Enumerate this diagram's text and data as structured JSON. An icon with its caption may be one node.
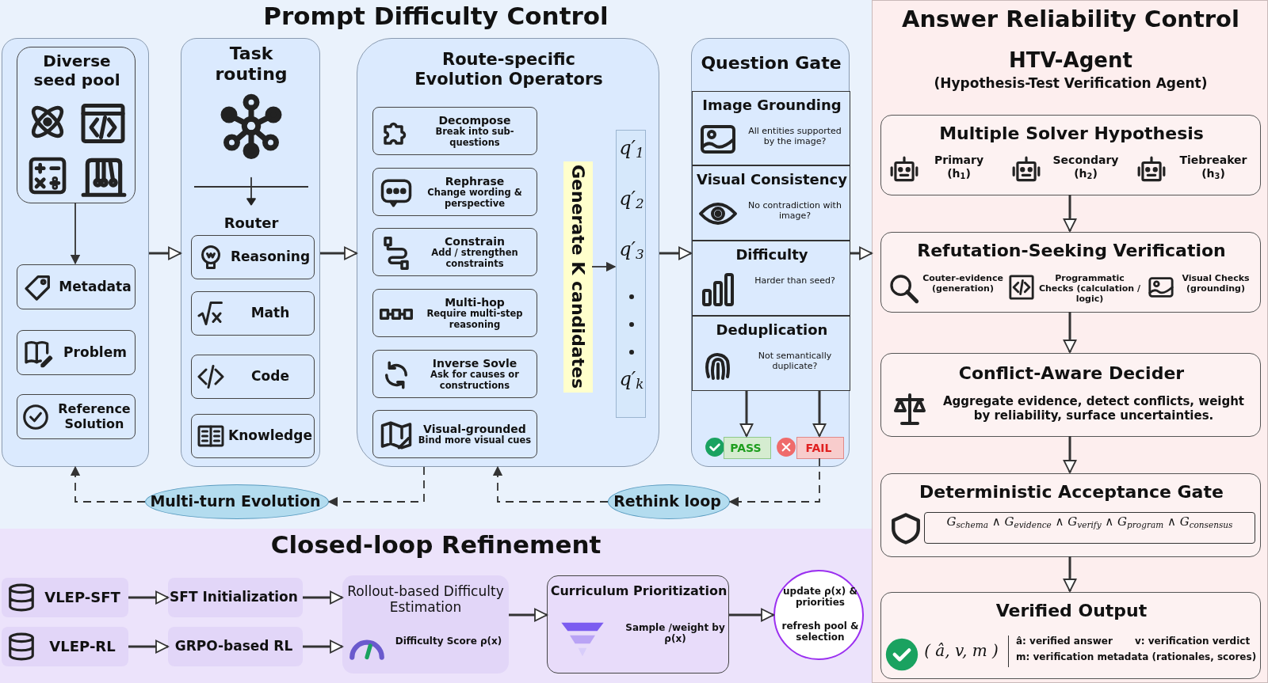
{
  "diagram": {
    "nodes": [
      {
        "text": [
          "Prompt Difficulty Control"
        ]
      },
      {
        "text": [],
        "shape": "box",
        "in": 0
      },
      {
        "text": [
          "Diverse seed pool"
        ],
        "in": 1
      },
      {
        "text": [
          "Metadata"
        ],
        "in": 1
      },
      {
        "text": [
          "Problem"
        ],
        "in": 1
      },
      {
        "text": [
          "Reference Solution"
        ],
        "in": 1
      },
      {
        "text": [
          "Task routing",
          "Router"
        ],
        "in": 0
      },
      {
        "text": [
          "Reasoning"
        ],
        "in": 6
      },
      {
        "text": [
          "Math"
        ],
        "in": 6
      },
      {
        "text": [
          "Code"
        ],
        "in": 6
      },
      {
        "text": [
          "Knowledge"
        ],
        "in": 6
      },
      {
        "text": [
          "Route-specific Evolution Operators"
        ],
        "in": 0
      },
      {
        "text": [
          "Decompose",
          "Break into sub-questions"
        ],
        "in": 11
      },
      {
        "text": [
          "Rephrase",
          "Change wording & perspective"
        ],
        "in": 11
      },
      {
        "text": [
          "Constrain",
          "Add / strengthen constraints"
        ],
        "in": 11
      },
      {
        "text": [
          "Multi-hop",
          "Require multi-step reasoning"
        ],
        "in": 11
      },
      {
        "text": [
          "Inverse Sovle",
          "Ask for causes or constructions"
        ],
        "in": 11
      },
      {
        "text": [
          "Visual-grounded",
          "Bind more visual cues"
        ],
        "in": 11
      },
      {
        "text": [
          "Generate K candidates"
        ],
        "in": 11
      },
      {
        "text": [
          "q′$_{1}$",
          "q′$_{2}$",
          "q′$_{3}$",
          "q′$_{k}$"
        ],
        "in": 11
      },
      {
        "text": [
          "Question Gate"
        ],
        "in": 0
      },
      {
        "text": [
          "Image Grounding",
          "All entities supported by the image?"
        ],
        "in": 20
      },
      {
        "text": [
          "Visual Consistency",
          "No contradiction with image?"
        ],
        "in": 20
      },
      {
        "text": [
          "Difficulty",
          "Harder than seed?"
        ],
        "in": 20
      },
      {
        "text": [
          "Deduplication",
          "Not semantically duplicate?"
        ],
        "in": 20
      },
      {
        "text": [
          "PASS"
        ],
        "in": 20
      },
      {
        "text": [
          "FAIL"
        ],
        "in": 20
      },
      {
        "text": [
          "Multi-turn Evolution"
        ],
        "in": 0
      },
      {
        "text": [
          "Rethink loop"
        ],
        "in": 0
      },
      {
        "text": [
          "Answer Reliability Control",
          "HTV-Agent",
          "(Hypothesis-Test Verification Agent)"
        ]
      },
      {
        "text": [
          "Multiple Solver Hypothesis",
          "Primary (h$_{1}$)",
          "Secondary (h$_{2}$)",
          "Tiebreaker (h$_{3}$)"
        ],
        "in": 29
      },
      {
        "text": [
          "Refutation-Seeking Verification",
          "Couter-evidence (generation)",
          "Programmatic Checks (calculation / logic)",
          "Visual Checks (grounding)"
        ],
        "in": 29
      },
      {
        "text": [
          "Conflict-Aware Decider",
          "Aggregate evidence, detect conflicts, weight by reliability, surface uncertainties."
        ],
        "in": 29
      },
      {
        "text": [
          "Deterministic Acceptance Gate",
          "G$_{schema}$ ∧ G$_{evidence}$ ∧ G$_{verify}$ ∧ G$_{program}$ ∧ G$_{consensus}$"
        ],
        "in": 29
      },
      {
        "text": [
          "Verified Output",
          "( â, v, m )",
          "â: verified answer",
          "v: verification verdict",
          "m: verification metadata (rationales, scores)"
        ],
        "in": 29
      },
      {
        "text": [
          "Closed-loop Refinement"
        ]
      },
      {
        "text": [
          "VLEP-SFT"
        ],
        "in": 35
      },
      {
        "text": [
          "VLEP-RL"
        ],
        "in": 35
      },
      {
        "text": [
          "SFT Initialization"
        ],
        "in": 35
      },
      {
        "text": [
          "GRPO-based RL"
        ],
        "in": 35
      },
      {
        "text": [
          "Rollout-based Difficulty Estimation",
          "Difficulty Score ρ(x)"
        ],
        "in": 35
      },
      {
        "text": [
          "Curriculum Prioritization",
          "Sample /weight by ρ(x)"
        ],
        "in": 35
      },
      {
        "text": [
          "update ρ(x) & priorities",
          "refresh pool & selection"
        ],
        "in": 35
      }
    ],
    "edges": [
      {
        "from": 1,
        "to": 6,
        "arrow": "to"
      },
      {
        "from": 2,
        "to": 3,
        "arrow": "to"
      },
      {
        "from": 6,
        "to": 11,
        "arrow": "to"
      },
      {
        "from": 18,
        "to": 19,
        "arrow": "to"
      },
      {
        "from": 11,
        "to": 20,
        "arrow": "to"
      },
      {
        "from": 20,
        "to": 29,
        "arrow": "to"
      },
      {
        "from": 24,
        "to": 25,
        "arrow": "to"
      },
      {
        "from": 24,
        "to": 26,
        "arrow": "to"
      },
      {
        "from": 26,
        "to": 28,
        "arrow": "to",
        "style": "dashed"
      },
      {
        "from": 28,
        "to": 11,
        "arrow": "to",
        "style": "dashed"
      },
      {
        "from": 11,
        "to": 27,
        "arrow": "to",
        "style": "dashed"
      },
      {
        "from": 27,
        "to": 1,
        "arrow": "to",
        "style": "dashed"
      },
      {
        "from": 30,
        "to": 31,
        "arrow": "to"
      },
      {
        "from": 31,
        "to": 32,
        "arrow": "to"
      },
      {
        "from": 32,
        "to": 33,
        "arrow": "to"
      },
      {
        "from": 33,
        "to": 34,
        "arrow": "to"
      },
      {
        "from": 36,
        "to": 38,
        "arrow": "to"
      },
      {
        "from": 37,
        "to": 39,
        "arrow": "to"
      },
      {
        "from": 38,
        "to": 40,
        "arrow": "to"
      },
      {
        "from": 39,
        "to": 40,
        "arrow": "to"
      },
      {
        "from": 40,
        "to": 41,
        "arrow": "to"
      },
      {
        "from": 41,
        "to": 42,
        "arrow": "to"
      }
    ]
  }
}
